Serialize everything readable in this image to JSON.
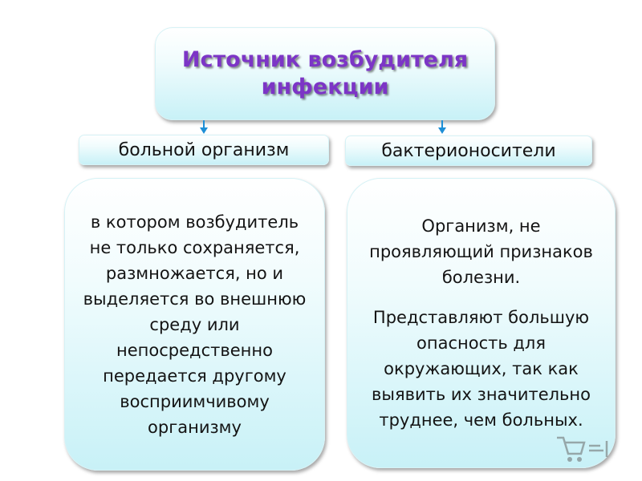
{
  "title": "Источник возбудителя инфекции",
  "left": {
    "label": "больной организм",
    "description": "в котором возбудитель не только сохраняется, размножается, но и выделяется во внешнюю среду или непосредственно передается другому восприимчивому организму"
  },
  "right": {
    "label": "бактерионосители",
    "description_1": "Организм, не проявляющий признаков болезни.",
    "description_2": "Представляют большую опасность для окружающих, так как выявить их значительно труднее, чем больных."
  },
  "colors": {
    "title": "#7c35c6",
    "arrow": "#1e8fd6",
    "box_gradient_top": "#ffffff",
    "box_gradient_bottom": "#c8f1f7"
  },
  "icons": [
    "arrow-down-icon",
    "cart-watermark-icon"
  ]
}
